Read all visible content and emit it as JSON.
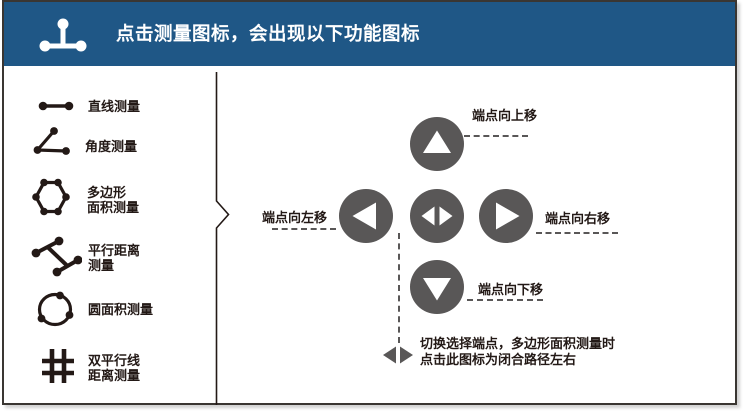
{
  "header": {
    "title": "点击测量图标，会出现以下功能图标"
  },
  "sidebar": {
    "items": [
      {
        "name": "line-measure",
        "label": "直线测量"
      },
      {
        "name": "angle-measure",
        "label": "角度测量"
      },
      {
        "name": "polygon-area-measure",
        "label": "多边形\n面积测量"
      },
      {
        "name": "parallel-distance-measure",
        "label": "平行距离\n测量"
      },
      {
        "name": "circle-area-measure",
        "label": "圆面积测量"
      },
      {
        "name": "double-parallel-distance-measure",
        "label": "双平行线\n距离测量"
      }
    ]
  },
  "panel": {
    "move_up_label": "端点向上移",
    "move_left_label": "端点向左移",
    "move_right_label": "端点向右移",
    "move_down_label": "端点向下移",
    "toggle_note": "切换选择端点，多边形面积测量时\n点击此图标为闭合路径左右"
  },
  "colors": {
    "header_bg": "#1f5786",
    "button_fill": "#595757",
    "icon_ink": "#231916",
    "frame_border": "#3a3632",
    "dash": "#595757"
  }
}
